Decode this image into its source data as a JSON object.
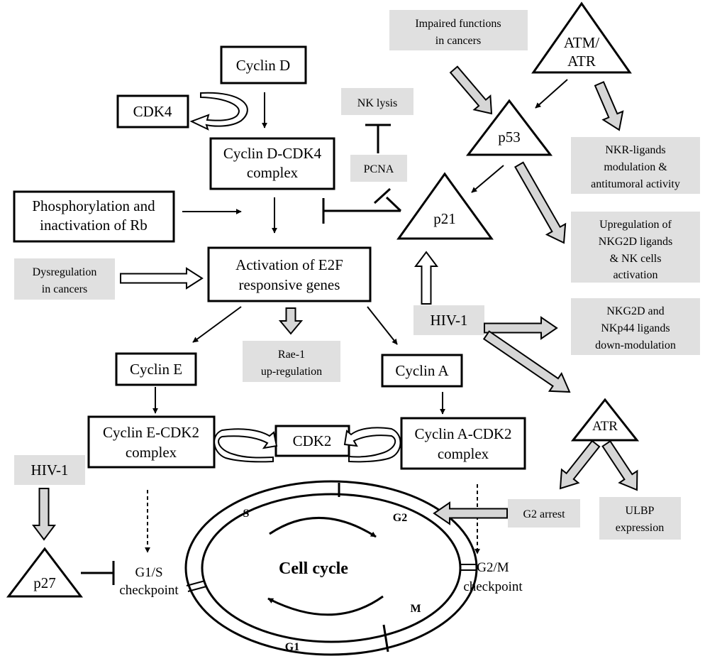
{
  "boxes": {
    "cyclin_d": "Cyclin D",
    "cdk4": "CDK4",
    "cyclin_d_cdk4": [
      "Cyclin D-CDK4",
      "complex"
    ],
    "phosphorylation": [
      "Phosphorylation and",
      "inactivation of Rb"
    ],
    "activation_e2f": [
      "Activation of E2F",
      "responsive genes"
    ],
    "cyclin_e": "Cyclin E",
    "cyclin_a": "Cyclin A",
    "cyclin_e_cdk2": [
      "Cyclin E-CDK2",
      "complex"
    ],
    "cdk2": "CDK2",
    "cyclin_a_cdk2": [
      "Cyclin A-CDK2",
      "complex"
    ]
  },
  "triangles": {
    "atm_atr": [
      "ATM/",
      "ATR"
    ],
    "p53": "p53",
    "p21": "p21",
    "atr": "ATR",
    "p27": "p27"
  },
  "notes": {
    "impaired": [
      "Impaired functions",
      "in cancers"
    ],
    "nk_lysis": "NK lysis",
    "pcna": "PCNA",
    "nkr_ligands": [
      "NKR-ligands",
      "modulation &",
      "antitumoral activity"
    ],
    "upregulation_nkg2d": [
      "Upregulation of",
      "NKG2D ligands",
      "& NK cells",
      "activation"
    ],
    "dysregulation": [
      "Dysregulation",
      "in cancers"
    ],
    "hiv1_right": "HIV-1",
    "nkg2d_nkp44": [
      "NKG2D and",
      "NKp44 ligands",
      "down-modulation"
    ],
    "rae1": [
      "Rae-1",
      "up-regulation"
    ],
    "hiv1_left": "HIV-1",
    "g2_arrest": "G2 arrest",
    "ulbp": [
      "ULBP",
      "expression"
    ]
  },
  "labels": {
    "g1s_checkpoint": [
      "G1/S",
      "checkpoint"
    ],
    "g2m_checkpoint": [
      "G2/M",
      "checkpoint"
    ],
    "cell_cycle": "Cell cycle",
    "phase_s": "S",
    "phase_g2": "G2",
    "phase_m": "M",
    "phase_g1": "G1"
  }
}
